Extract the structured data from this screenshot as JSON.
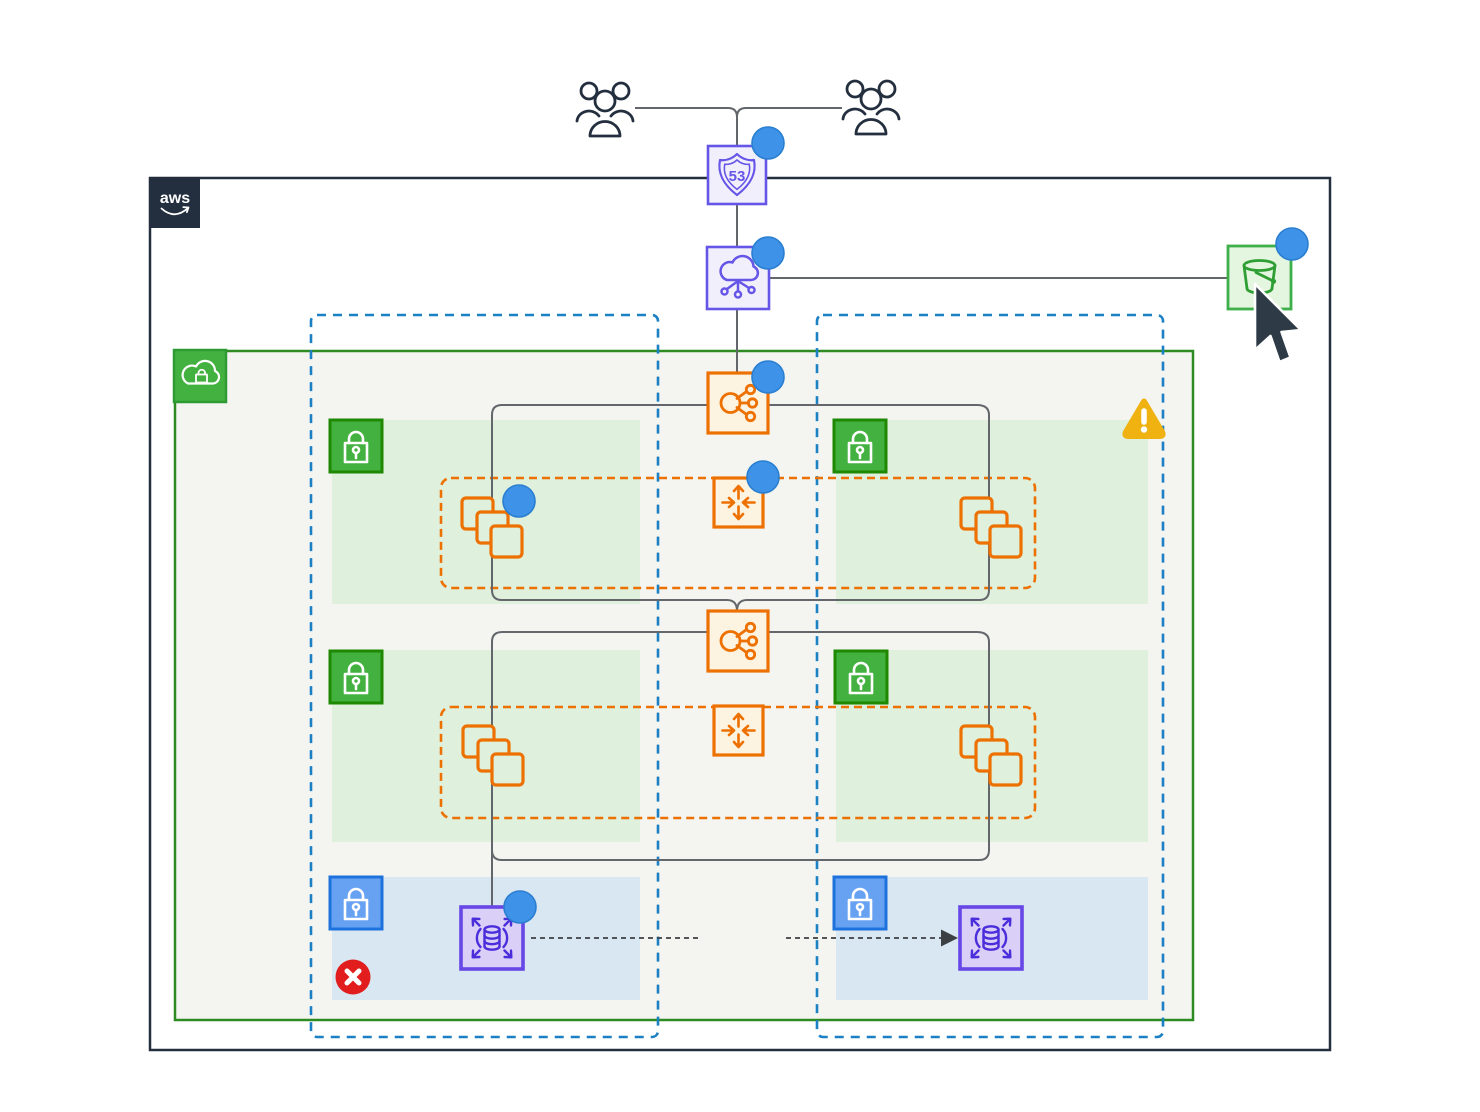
{
  "title": "AWS three-tier web architecture diagram",
  "logo": {
    "text": "aws"
  },
  "nodes": {
    "users_left": {
      "name": "users group",
      "icon": "users-icon"
    },
    "users_right": {
      "name": "users group",
      "icon": "users-icon"
    },
    "route53": {
      "name": "Amazon Route 53",
      "icon": "route53-icon",
      "label": "53",
      "badge": true
    },
    "cloudfront": {
      "name": "CloudFront / cloud network service",
      "icon": "cloud-network-icon",
      "badge": true
    },
    "s3": {
      "name": "Amazon S3 bucket",
      "icon": "s3-bucket-icon",
      "badge": true,
      "cursor_over": true
    },
    "elb_top": {
      "name": "Elastic Load Balancer (public)",
      "icon": "load-balancer-icon",
      "badge": true
    },
    "elb_middle": {
      "name": "Elastic Load Balancer (internal)",
      "icon": "load-balancer-icon",
      "badge": false
    },
    "asg_top": {
      "name": "Auto Scaling group (web tier)",
      "icon": "auto-scaling-icon",
      "badge": true
    },
    "asg_bottom": {
      "name": "Auto Scaling group (app tier)",
      "icon": "auto-scaling-icon",
      "badge": false
    },
    "ec2_web_left": {
      "name": "EC2 instances",
      "icon": "ec2-instance-stack-icon",
      "badge": true
    },
    "ec2_web_right": {
      "name": "EC2 instances",
      "icon": "ec2-instance-stack-icon",
      "badge": false
    },
    "ec2_app_left": {
      "name": "EC2 instances",
      "icon": "ec2-instance-stack-icon",
      "badge": false
    },
    "ec2_app_right": {
      "name": "EC2 instances",
      "icon": "ec2-instance-stack-icon",
      "badge": false
    },
    "db_primary": {
      "name": "RDS database (primary)",
      "icon": "rds-database-icon",
      "badge": true
    },
    "db_standby": {
      "name": "RDS database (standby)",
      "icon": "rds-database-icon",
      "badge": false,
      "replication_arrow_in": true
    }
  },
  "groups": {
    "aws_cloud": {
      "name": "AWS Cloud",
      "border": "dark-navy",
      "logo": "aws"
    },
    "vpc": {
      "name": "Amazon VPC",
      "icon": "vpc-icon",
      "border": "green"
    },
    "availability_zones": [
      {
        "name": "Availability Zone 1"
      },
      {
        "name": "Availability Zone 2"
      }
    ],
    "subnets": [
      {
        "name": "public subnet web tier AZ1",
        "type": "public",
        "nacl": "lock-icon-green"
      },
      {
        "name": "public subnet web tier AZ2",
        "type": "public",
        "nacl": "lock-icon-green"
      },
      {
        "name": "private subnet app tier AZ1",
        "type": "public",
        "nacl": "lock-icon-green"
      },
      {
        "name": "private subnet app tier AZ2",
        "type": "public",
        "nacl": "lock-icon-green"
      },
      {
        "name": "private subnet db tier AZ1",
        "type": "private",
        "nacl": "lock-icon-blue"
      },
      {
        "name": "private subnet db tier AZ2",
        "type": "private",
        "nacl": "lock-icon-blue"
      }
    ],
    "auto_scaling_groups": [
      {
        "name": "web tier ASG"
      },
      {
        "name": "app tier ASG"
      }
    ]
  },
  "indicators": {
    "selection_badges": [
      "route53",
      "cloudfront",
      "s3",
      "elb_top",
      "asg_top",
      "ec2_web_left",
      "db_primary"
    ],
    "warning_icon": {
      "location": "right of web tier, on AZ2 border"
    },
    "error_icon": {
      "location": "db subnet AZ1, below NACL lock"
    },
    "mouse_cursor": {
      "location": "over S3 bucket"
    }
  },
  "colors": {
    "frame": "#232F3E",
    "ink": "#232F3E",
    "orange": "#ED7100",
    "orange-fill": "#FDF3E1",
    "purple": "#6656E8",
    "purple-fill": "#F1EFFC",
    "db-border": "#6747E6",
    "db-fill": "#D9CFF7",
    "db-glyph": "#4B2EDB",
    "green": "#3DB049",
    "green-fill": "#E4F5E0",
    "green-glyph": "#2F9E33",
    "subnet-green": "#DFF0DC",
    "subnet-blue": "#D9E7F2",
    "lock-green": "#43B13F",
    "lock-green-border": "#1E8900",
    "lock-blue": "#66A1F2",
    "lock-blue-border": "#1D72DD",
    "vpc-border": "#2E8B22",
    "vpc-icon-border": "#2E9A33",
    "vpc-fill": "#F4F4F1",
    "az-blue": "#1B80C4",
    "wire": "#63676B",
    "dash-wire": "#3C4043",
    "badge": "#3E92E8",
    "badge-border": "#2A7FD0",
    "warning": "#EFB211",
    "error": "#E11D1D",
    "cursor": "#2E3B47"
  }
}
